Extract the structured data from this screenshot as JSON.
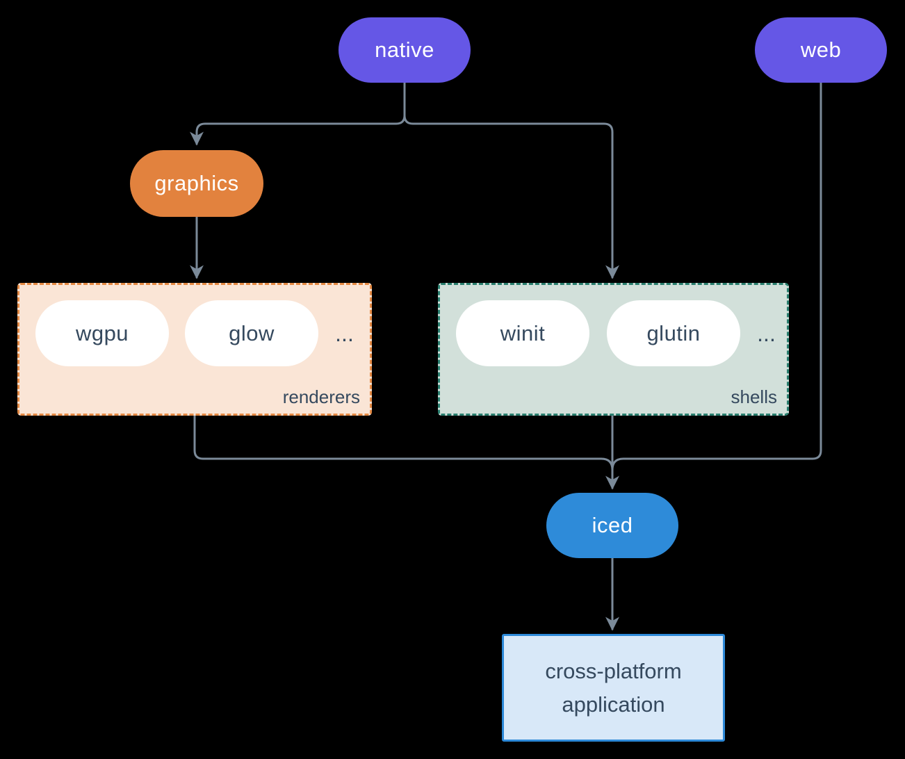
{
  "nodes": {
    "native": {
      "label": "native"
    },
    "web": {
      "label": "web"
    },
    "graphics": {
      "label": "graphics"
    },
    "wgpu": {
      "label": "wgpu"
    },
    "glow": {
      "label": "glow"
    },
    "winit": {
      "label": "winit"
    },
    "glutin": {
      "label": "glutin"
    },
    "iced": {
      "label": "iced"
    },
    "application": {
      "label": "cross-platform application"
    }
  },
  "groups": {
    "renderers": {
      "label": "renderers",
      "more": "..."
    },
    "shells": {
      "label": "shells",
      "more": "..."
    }
  },
  "edges": [
    {
      "from": "native",
      "to": "graphics"
    },
    {
      "from": "native",
      "to": "shells"
    },
    {
      "from": "graphics",
      "to": "renderers"
    },
    {
      "from": "renderers",
      "to": "iced"
    },
    {
      "from": "shells",
      "to": "iced"
    },
    {
      "from": "web",
      "to": "iced"
    },
    {
      "from": "iced",
      "to": "application"
    }
  ],
  "colors": {
    "background": "#000000",
    "purple": "#6557e6",
    "orange": "#e2823e",
    "blue": "#2e8bd9",
    "peach-bg": "#fae5d6",
    "orange-dash": "#e58a44",
    "teal-bg": "#d2e0da",
    "teal-dash": "#2a7f6f",
    "app-bg": "#d8e8f8",
    "app-border": "#2d89d8",
    "ink": "#35495e",
    "line": "#7b8a99",
    "white": "#ffffff"
  }
}
